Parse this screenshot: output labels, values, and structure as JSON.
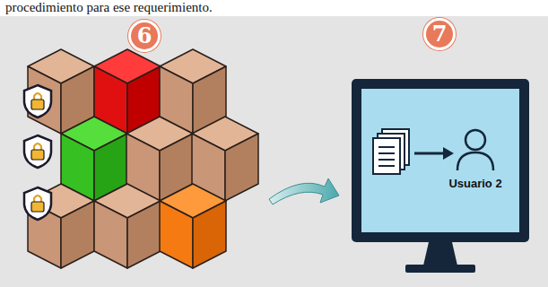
{
  "diagram": {
    "nodes": [
      {
        "text": [
          "6"
        ]
      },
      {
        "text": [
          "7"
        ]
      },
      {
        "text": [
          "Usuario 2"
        ]
      }
    ],
    "labels": [
      "procedimiento para ese requerimiento."
    ]
  }
}
